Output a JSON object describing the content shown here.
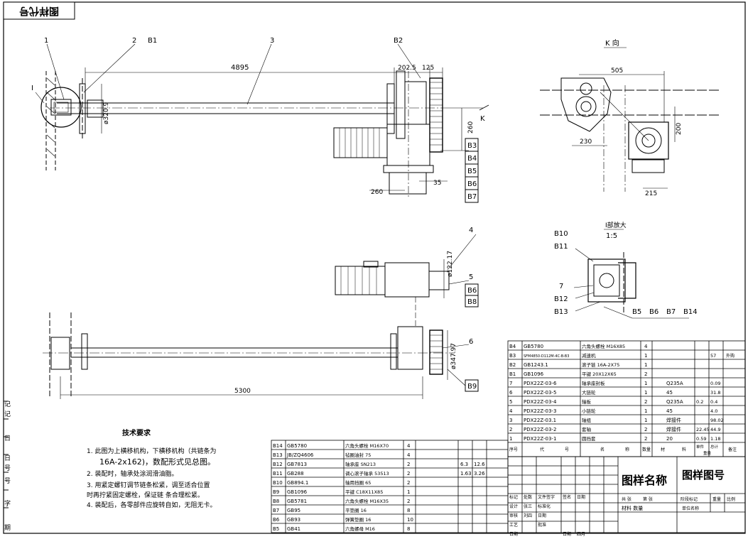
{
  "corner_stamp": "图样代号",
  "views": {
    "k_view": {
      "title": "K 向"
    },
    "detail_view": {
      "title": "Ⅰ部放大",
      "scale": "1:5"
    }
  },
  "callouts": {
    "main": [
      "1",
      "2",
      "B1",
      "3",
      "B2",
      "K",
      "I"
    ],
    "right_stack": [
      "B3",
      "B4",
      "B5",
      "B6",
      "B7"
    ],
    "lower": [
      "4",
      "5",
      "B6",
      "B8",
      "6",
      "B9"
    ],
    "detail": [
      "B10",
      "B11",
      "7",
      "B12",
      "B13",
      "B5",
      "B6",
      "B7",
      "B14"
    ]
  },
  "dimensions": {
    "main": [
      "4895",
      "202.5",
      "125",
      "ø320.9",
      "260",
      "260",
      "35"
    ],
    "k_view": [
      "505",
      "200",
      "230",
      "215"
    ],
    "lower": [
      "ø122.17",
      "ø347.97",
      "5300"
    ]
  },
  "tech_requirements": {
    "title": "技术要求",
    "items": [
      "1. 此图为上横移机构，下横移机构（共链条为",
      "16A-2x162)，数配形式见总图。",
      "2. 装配时，轴承处涂润滑油脂。",
      "3. 用紧定螺钉调节链条松紧，调至适合位置",
      "   时再拧紧固定螺栓，保证链    条合理松紧。",
      "4. 装配后，各零部件应旋转自如，无阻无卡。"
    ]
  },
  "left_margin_chars": [
    "记",
    "记",
    "日",
    "日",
    "号",
    "号",
    "字",
    "期"
  ],
  "bom_lower": [
    {
      "no": "B14",
      "code": "GB5780",
      "name": "六角头螺栓 M16X70",
      "qty": "4"
    },
    {
      "no": "B13",
      "code": "JB/ZQ4606",
      "name": "毡圈油封 75",
      "qty": "4"
    },
    {
      "no": "B12",
      "code": "GB7813",
      "name": "轴承座 SN213",
      "qty": "2"
    },
    {
      "no": "B11",
      "code": "GB288",
      "name": "调心滚子轴承 53513",
      "qty": "2"
    },
    {
      "no": "B10",
      "code": "GB894.1",
      "name": "轴用挡圈 65",
      "qty": "2"
    },
    {
      "no": "B9",
      "code": "GB1096",
      "name": "平键 C18X11X85",
      "qty": "1"
    },
    {
      "no": "B8",
      "code": "GB5781",
      "name": "六角头螺栓 M16X35",
      "qty": "2"
    },
    {
      "no": "B7",
      "code": "GB95",
      "name": "平垫圈 16",
      "qty": "8"
    },
    {
      "no": "B6",
      "code": "GB93",
      "name": "弹簧垫圈 16",
      "qty": "10"
    },
    {
      "no": "B5",
      "code": "GB41",
      "name": "六角螺母 M16",
      "qty": "8"
    }
  ],
  "roughness": [
    [
      "6.3",
      "12.6"
    ],
    [
      "1.63",
      "3.26"
    ]
  ],
  "bom_upper": [
    {
      "no": "B4",
      "code": "GB5780",
      "name": "六角头螺栓 M16X85",
      "qty": "4",
      "mat": "",
      "w1": "",
      "w2": "",
      "note": ""
    },
    {
      "no": "B3",
      "code": "SFM4850-D112M-4C-B-B3",
      "name": "减速机",
      "qty": "1",
      "mat": "",
      "w1": "",
      "w2": "57",
      "note": "外购"
    },
    {
      "no": "B2",
      "code": "GB1243.1",
      "name": "滚子链 16A-2X75",
      "qty": "1",
      "mat": "",
      "w1": "",
      "w2": "",
      "note": ""
    },
    {
      "no": "B1",
      "code": "GB1096",
      "name": "平键 20X12X65",
      "qty": "2",
      "mat": "",
      "w1": "",
      "w2": "",
      "note": ""
    },
    {
      "no": "7",
      "code": "PDX22Z-03-6",
      "name": "轴承座封板",
      "qty": "1",
      "mat": "Q235A",
      "w1": "",
      "w2": "0.09",
      "note": ""
    },
    {
      "no": "6",
      "code": "PDX22Z-03-5",
      "name": "大链轮",
      "qty": "1",
      "mat": "45",
      "w1": "",
      "w2": "31.8",
      "note": ""
    },
    {
      "no": "5",
      "code": "PDX22Z-03-4",
      "name": "轴板",
      "qty": "2",
      "mat": "Q235A",
      "w1": "0.2",
      "w2": "0.4",
      "note": ""
    },
    {
      "no": "4",
      "code": "PDX22Z-03-3",
      "name": "小链轮",
      "qty": "1",
      "mat": "45",
      "w1": "",
      "w2": "4.0",
      "note": ""
    },
    {
      "no": "3",
      "code": "PDX22Z-03.1",
      "name": "轴组",
      "qty": "1",
      "mat": "焊接件",
      "w1": "",
      "w2": "98.02",
      "note": ""
    },
    {
      "no": "2",
      "code": "PDX22Z-03-2",
      "name": "套轴",
      "qty": "2",
      "mat": "焊接件",
      "w1": "22.45",
      "w2": "44.9",
      "note": ""
    },
    {
      "no": "1",
      "code": "PDX22Z-03-1",
      "name": "圆挡套",
      "qty": "2",
      "mat": "20",
      "w1": "0.59",
      "w2": "1.18",
      "note": ""
    }
  ],
  "bom_header": {
    "no": "序号",
    "code": "代",
    "code2": "号",
    "name": "名",
    "name2": "称",
    "qty": "数量",
    "mat": "材",
    "mat2": "料",
    "weight": "单件",
    "weight2": "总计",
    "weight3": "重量",
    "note": "备注"
  },
  "title_block": {
    "drawing_name": "图样名称",
    "drawing_no": "图样图号",
    "rows_left": [
      [
        "标记",
        "处数",
        "文件签字",
        "签名",
        "日期"
      ],
      [
        "设计",
        "张三",
        "标准化",
        "",
        ""
      ],
      [
        "审核",
        "刘四",
        "日期",
        "",
        ""
      ],
      [
        "工艺",
        "",
        "批准",
        "",
        ""
      ],
      [
        "日期",
        "",
        "",
        "日期",
        "四月"
      ]
    ],
    "stage_labels": [
      "阶段标记",
      "重量",
      "比例"
    ],
    "sheet_labels": [
      "共 张",
      "第 张"
    ],
    "material_label": "材料 数量",
    "company": "单位名称"
  }
}
